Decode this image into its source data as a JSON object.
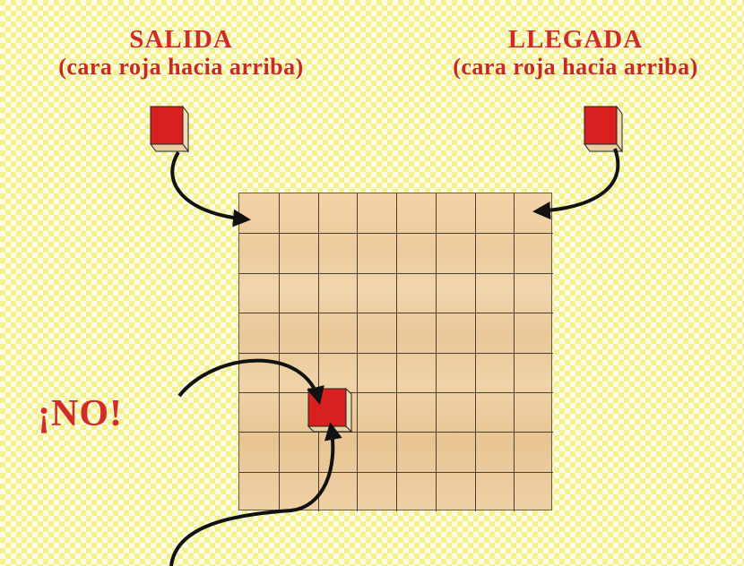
{
  "start": {
    "title": "SALIDA",
    "subtitle": "(cara roja hacia arriba)"
  },
  "finish": {
    "title": "LLEGADA",
    "subtitle": "(cara roja hacia arriba)"
  },
  "warning": {
    "text": "¡NO!"
  },
  "board": {
    "columns": 8,
    "rows": 8
  },
  "colors": {
    "cube_face": "#d8201e",
    "cube_side": "#f0dcb4",
    "label_red": "#d02a2a",
    "background_yellow": "#f4f18a"
  }
}
